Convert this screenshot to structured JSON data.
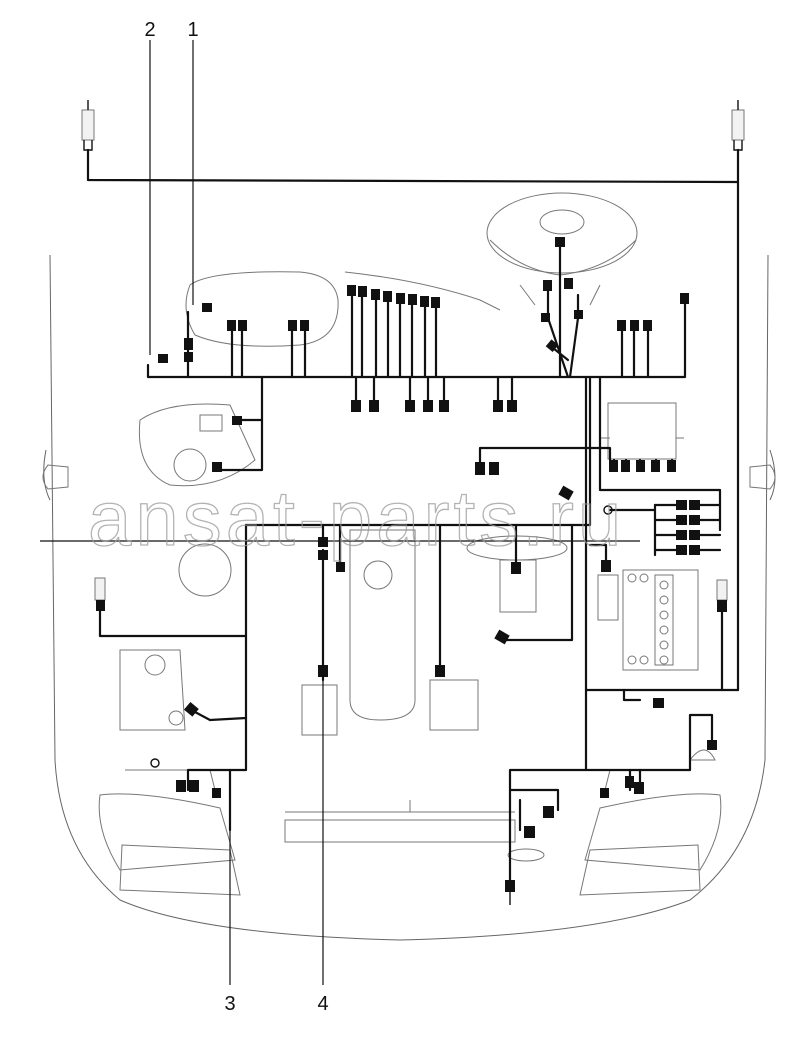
{
  "callouts": [
    {
      "id": "1",
      "label": "1"
    },
    {
      "id": "2",
      "label": "2"
    },
    {
      "id": "3",
      "label": "3"
    },
    {
      "id": "4",
      "label": "4"
    }
  ],
  "watermark": "ansat-parts.ru",
  "colors": {
    "wire": "#111111",
    "outline": "#777777",
    "watermark": "#9a9a9a"
  }
}
